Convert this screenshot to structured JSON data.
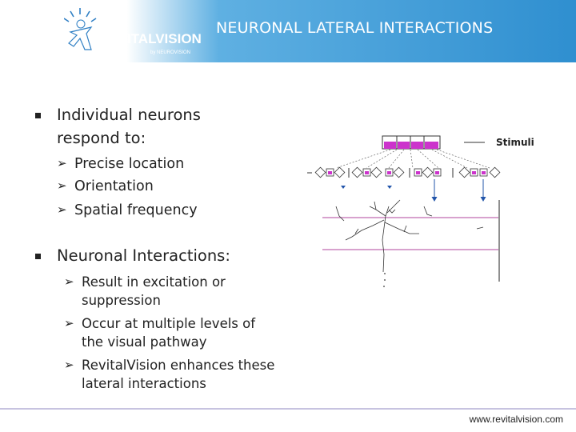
{
  "header": {
    "title": "NEURONAL LATERAL INTERACTIONS",
    "logo_text": "REVITALVISION",
    "logo_subtext": "by NEUROVISION",
    "band_color": "#3d9ad6"
  },
  "sections": [
    {
      "heading_line1": "Individual neurons",
      "heading_line2": "respond to:",
      "items": [
        "Precise location",
        "Orientation",
        "Spatial frequency"
      ]
    },
    {
      "heading_line1": "Neuronal Interactions:",
      "items": [
        {
          "line1": "Result in excitation or",
          "line2": "suppression"
        },
        {
          "line1": "Occur at multiple levels of",
          "line2": "the visual pathway"
        },
        {
          "line1": "RevitalVision enhances these",
          "line2": "lateral interactions"
        }
      ]
    }
  ],
  "diagram": {
    "stimuli_label": "Stimuli",
    "accent_color": "#cc33cc"
  },
  "footer": {
    "url": "www.revitalvision.com"
  }
}
